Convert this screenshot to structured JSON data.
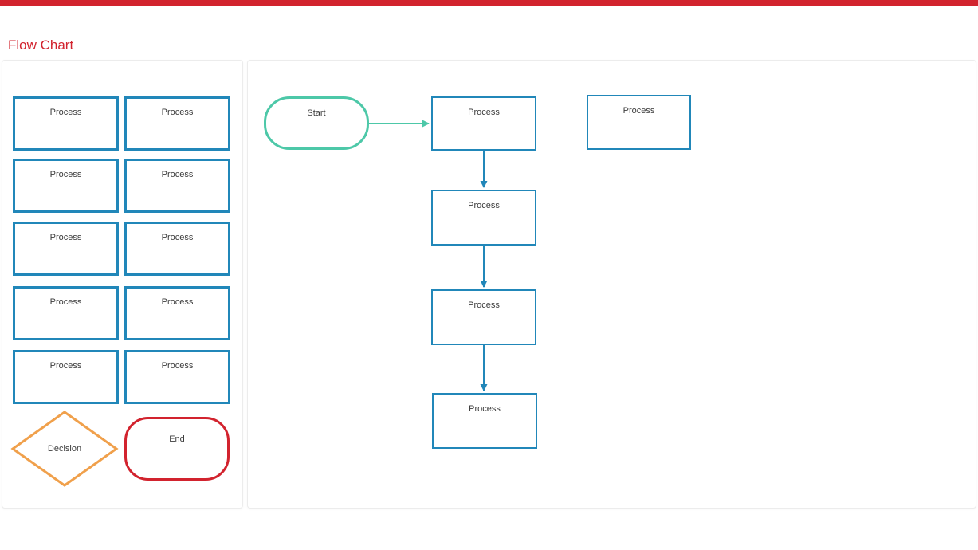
{
  "header": {
    "title": "Flow Chart"
  },
  "colors": {
    "accent-red": "#d2232e",
    "shape-blue": "#2187b9",
    "shape-teal": "#4dc8a8",
    "shape-orange": "#f0a04b",
    "label-text": "#3b3b3b",
    "panel-border": "#ececec"
  },
  "palette": {
    "items": [
      {
        "label": "Process"
      },
      {
        "label": "Process"
      },
      {
        "label": "Process"
      },
      {
        "label": "Process"
      },
      {
        "label": "Process"
      },
      {
        "label": "Process"
      },
      {
        "label": "Process"
      },
      {
        "label": "Process"
      },
      {
        "label": "Process"
      },
      {
        "label": "Process"
      },
      {
        "label": "Decision"
      },
      {
        "label": "End"
      }
    ]
  },
  "canvas": {
    "nodes": [
      {
        "label": "Start"
      },
      {
        "label": "Process"
      },
      {
        "label": "Process"
      },
      {
        "label": "Process"
      },
      {
        "label": "Process"
      },
      {
        "label": "Process"
      }
    ]
  }
}
